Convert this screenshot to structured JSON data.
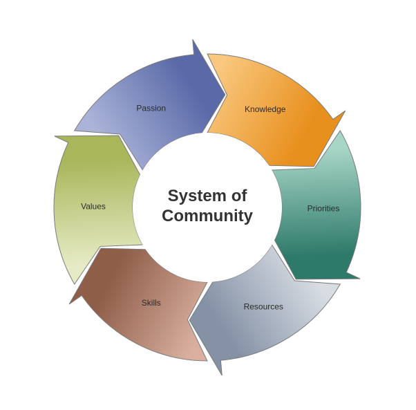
{
  "diagram": {
    "type": "cycle",
    "center": {
      "line1": "System of",
      "line2": "Community"
    },
    "segments": [
      {
        "label": "Passion",
        "color_start": "#aab3d8",
        "color_end": "#5a6aa8"
      },
      {
        "label": "Knowledge",
        "color_start": "#f9c77e",
        "color_end": "#e8901e"
      },
      {
        "label": "Priorities",
        "color_start": "#a7d5c6",
        "color_end": "#2e7a6a"
      },
      {
        "label": "Resources",
        "color_start": "#d8dde4",
        "color_end": "#8592a6"
      },
      {
        "label": "Skills",
        "color_start": "#d9b0a0",
        "color_end": "#8f5e49"
      },
      {
        "label": "Values",
        "color_start": "#e6ebc6",
        "color_end": "#a9b65a"
      }
    ]
  }
}
